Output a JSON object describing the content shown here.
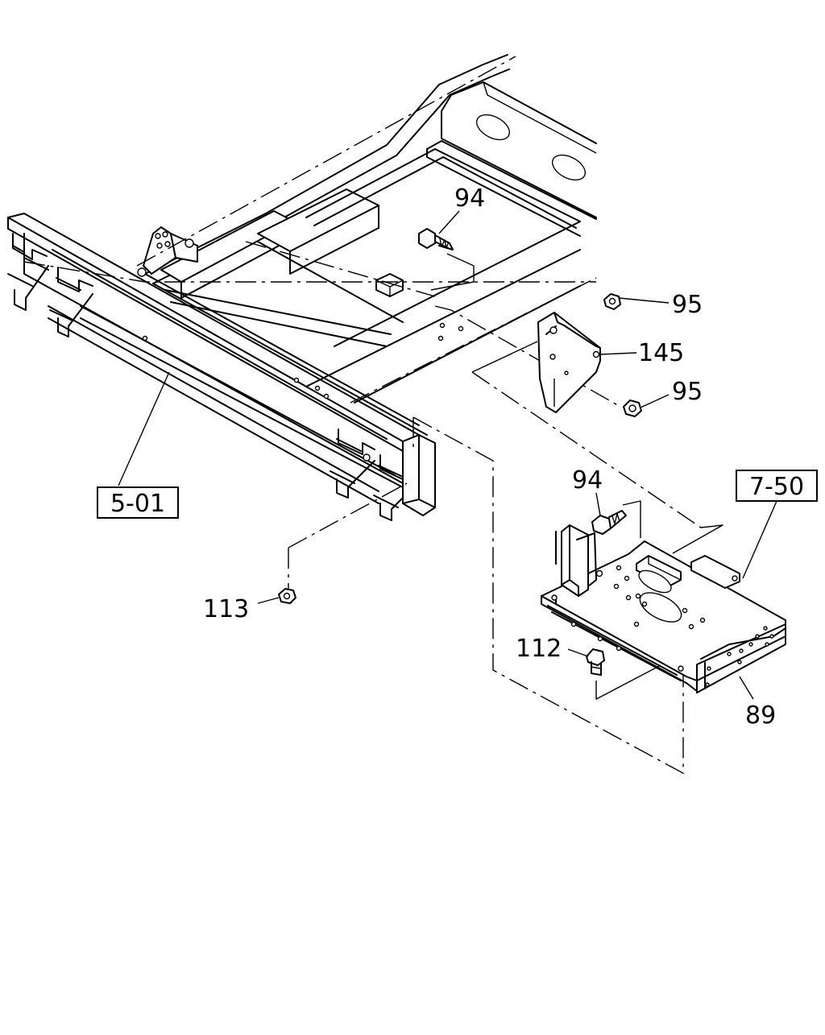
{
  "callouts": {
    "c_94_top": "94",
    "c_95_top": "95",
    "c_145": "145",
    "c_95_bot": "95",
    "c_94_mid": "94",
    "c_112": "112",
    "c_89": "89",
    "c_113": "113"
  },
  "ref_boxes": {
    "r_5_01": "5-01",
    "r_7_50": "7-50"
  }
}
